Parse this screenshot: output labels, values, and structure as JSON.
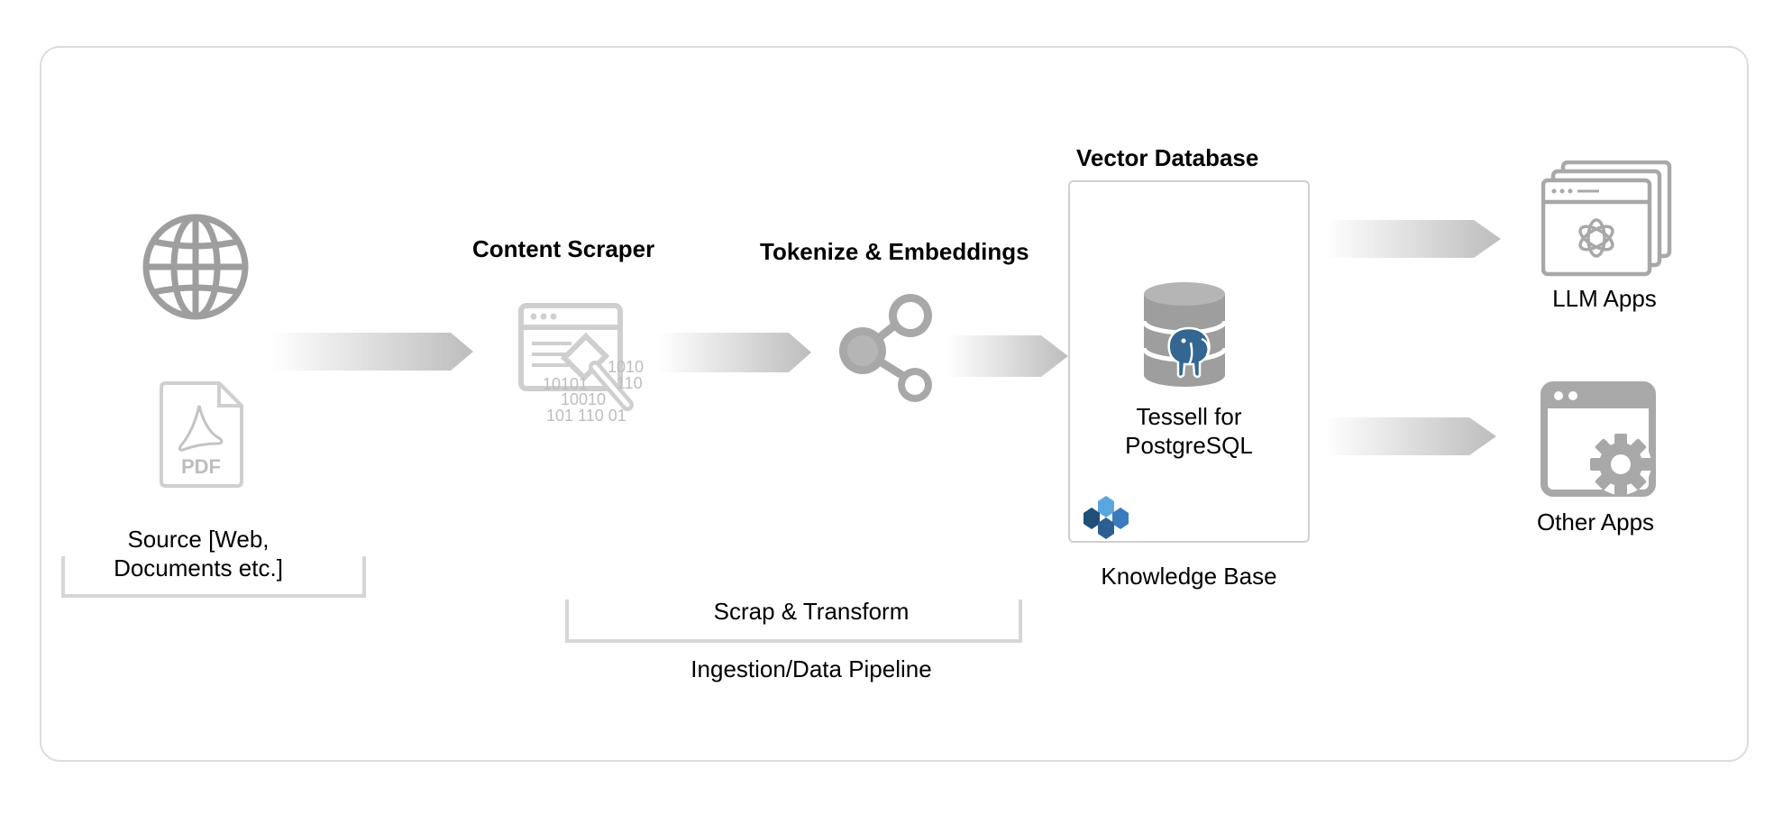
{
  "diagram": {
    "source": {
      "label": "Source [Web, Documents etc.]",
      "pdf_text": "PDF",
      "icons": [
        "globe-icon",
        "pdf-icon"
      ]
    },
    "scraper": {
      "title": "Content Scraper",
      "binary_lines": [
        "1010",
        "10101",
        "110",
        "10010",
        "101 110 01"
      ],
      "icon": "scraper-icon"
    },
    "embeddings": {
      "title": "Tokenize & Embeddings",
      "icon": "share-nodes-icon"
    },
    "vector_db": {
      "title": "Vector Database",
      "product_line1": "Tessell for",
      "product_line2": "PostgreSQL",
      "caption": "Knowledge Base",
      "icons": [
        "database-icon",
        "postgres-elephant-icon",
        "tessell-logo-icon"
      ]
    },
    "pipeline": {
      "bracket_label": "Scrap & Transform",
      "caption": "Ingestion/Data Pipeline"
    },
    "outputs": [
      {
        "label": "LLM Apps",
        "icon": "llm-app-window-icon"
      },
      {
        "label": "Other Apps",
        "icon": "settings-app-icon"
      }
    ],
    "colors": {
      "icon_gray": "#a8a8a8",
      "border": "#dcdcdc",
      "tessell_dark": "#1f4e79",
      "tessell_light": "#5aa7e0",
      "elephant": "#336791"
    }
  }
}
